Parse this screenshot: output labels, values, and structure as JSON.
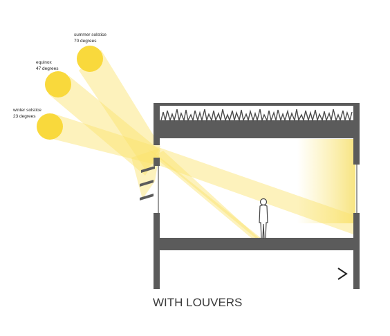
{
  "suns": [
    {
      "id": "summer",
      "label_line1": "summer solstice",
      "label_line2": "70 degrees"
    },
    {
      "id": "equinox",
      "label_line1": "equinox",
      "label_line2": "47 degrees"
    },
    {
      "id": "winter",
      "label_line1": "winter solstice",
      "label_line2": "23 degrees"
    }
  ],
  "caption": "WITH LOUVERS",
  "colors": {
    "sun": "#f9d93c",
    "beam": "#fbe77a",
    "structure": "#5b5b5b",
    "floor_light": "#f6e27d",
    "text": "#222222"
  },
  "icons": {
    "next": "chevron-right-icon"
  }
}
